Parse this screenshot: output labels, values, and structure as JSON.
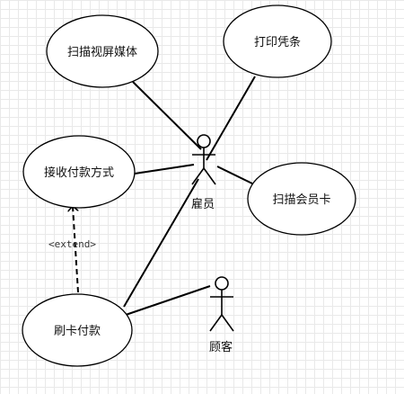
{
  "use_cases": {
    "scan_screen_media": "扫描视屏媒体",
    "print_receipt": "打印凭条",
    "receive_payment_method": "接收付款方式",
    "scan_member_card": "扫描会员卡",
    "card_payment": "刷卡付款"
  },
  "actors": {
    "employee": "雇员",
    "customer": "顾客"
  },
  "relations": {
    "extend_label": "<extend>"
  },
  "colors": {
    "stroke": "#000000",
    "ellipse_fill": "#ffffff",
    "grid": "#e9e9e9"
  }
}
